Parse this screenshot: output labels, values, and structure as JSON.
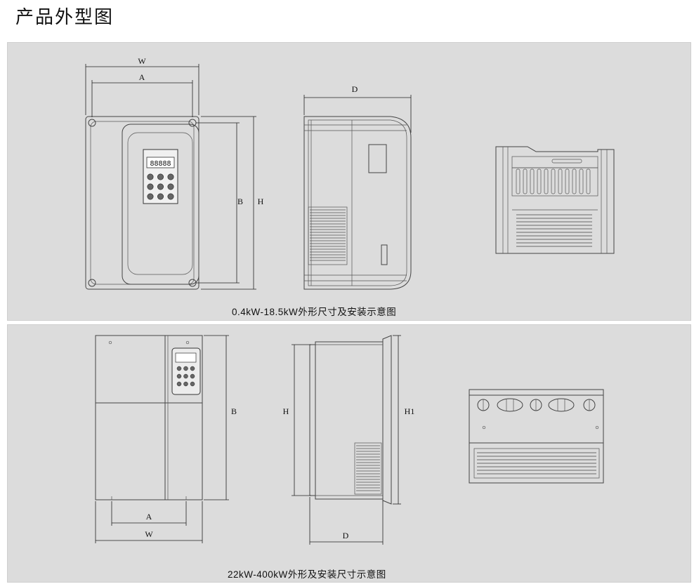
{
  "page": {
    "title": "产品外型图"
  },
  "section1": {
    "caption": "0.4kW-18.5kW外形尺寸及安装示意图",
    "labels": {
      "w": "W",
      "a": "A",
      "b": "B",
      "h": "H",
      "d": "D"
    },
    "display": "88888"
  },
  "section2": {
    "caption": "22kW-400kW外形及安装尺寸示意图",
    "labels": {
      "b": "B",
      "a": "A",
      "w": "W",
      "h": "H",
      "h1": "H1",
      "d": "D"
    }
  },
  "colors": {
    "panel_background": "#dcdcdc",
    "line": "#444444"
  }
}
